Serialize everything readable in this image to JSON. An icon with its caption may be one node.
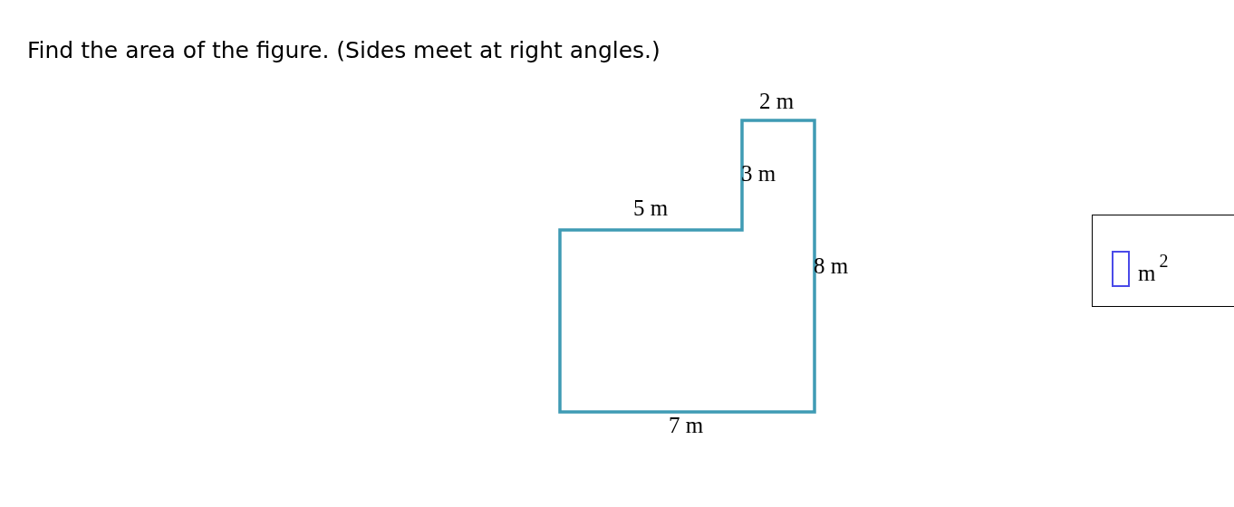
{
  "diagram": {
    "title": "Find the area of the figure. (Sides meet at right angles.)",
    "labels": [
      "2 m",
      "3 m",
      "5 m",
      "8 m",
      "m$^{2}$",
      "7 m"
    ]
  }
}
